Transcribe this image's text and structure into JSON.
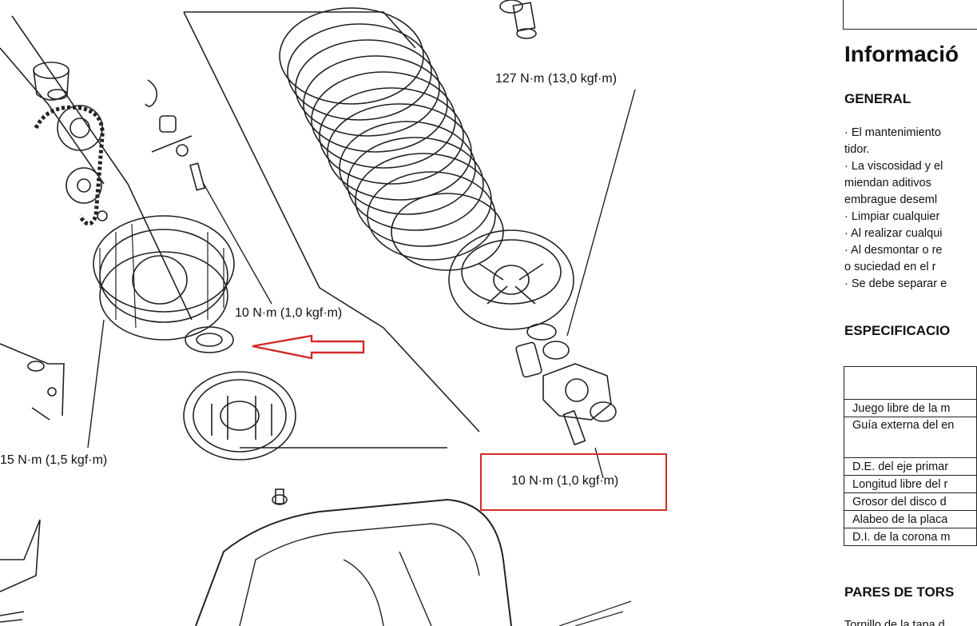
{
  "diagram": {
    "labels": {
      "torque_top": "127 N·m (13,0 kgf·m)",
      "torque_mid": "10 N·m (1,0 kgf·m)",
      "torque_left": "15 N·m (1,5 kgf·m)",
      "torque_boxed": "10 N·m (1,0 kgf·m)"
    },
    "highlight_color": "#d42a2a"
  },
  "panel": {
    "heading": "Informació",
    "general_title": "GENERAL",
    "bullets": [
      "·  El mantenimiento",
      "tidor.",
      "·  La viscosidad y el",
      "   miendan aditivos",
      "   embrague deseml",
      "·  Limpiar cualquier",
      "·  Al realizar cualqui",
      "·  Al desmontar o re",
      "   o suciedad en el r",
      "·  Se debe separar e"
    ],
    "spec_title": "ESPECIFICACIO",
    "spec_rows": [
      "",
      "Juego libre de la m",
      "Guía externa del en",
      "D.E. del eje primar",
      "Longitud libre del r",
      "Grosor del disco d",
      "Alabeo de la placa",
      "D.I. de la corona m"
    ],
    "torque_title": "PARES DE TORS",
    "cut_text": "Tornillo de la tapa d"
  }
}
